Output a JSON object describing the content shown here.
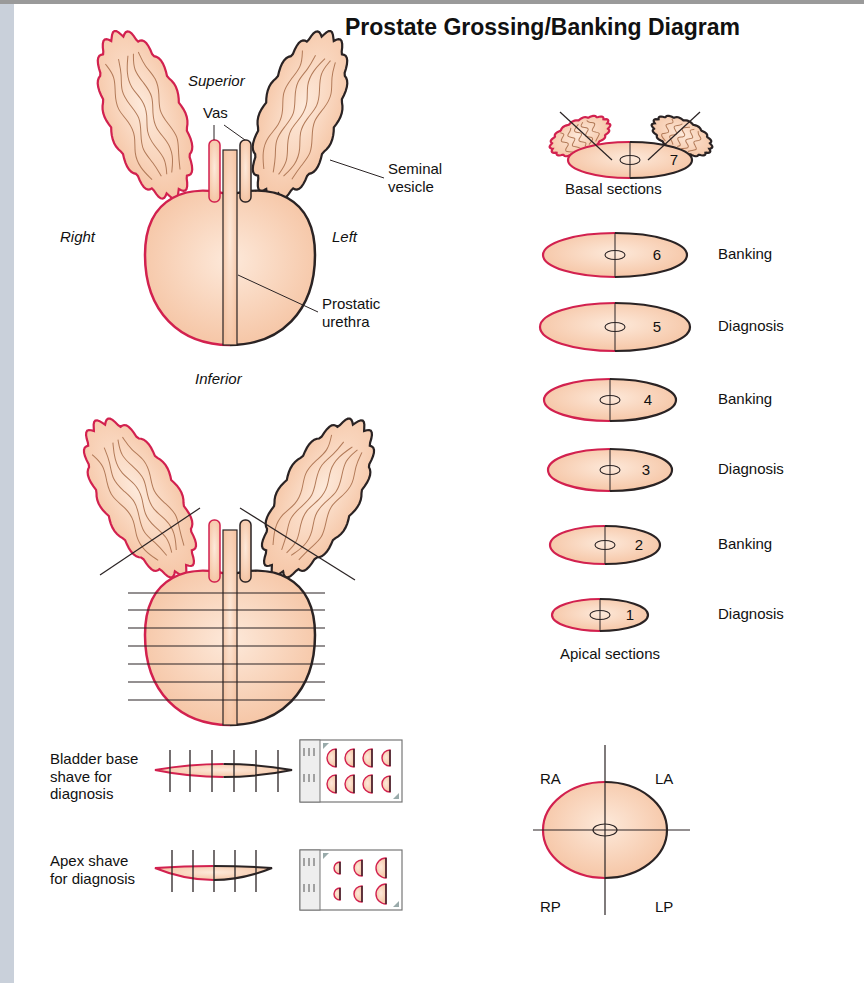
{
  "diagram": {
    "title": "Prostate Grossing/Banking Diagram",
    "nodes": [
      {
        "text": [
          "7"
        ]
      },
      {
        "text": [
          "6"
        ]
      },
      {
        "text": [
          "5"
        ]
      },
      {
        "text": [
          "4"
        ]
      },
      {
        "text": [
          "3"
        ]
      },
      {
        "text": [
          "2"
        ]
      },
      {
        "text": [
          "1"
        ]
      }
    ],
    "labels": [
      "Superior",
      "Vas",
      "Seminal vesicle",
      "Right",
      "Left",
      "Prostatic urethra",
      "Inferior",
      "Basal sections",
      "Banking",
      "Diagnosis",
      "Banking",
      "Diagnosis",
      "Banking",
      "Diagnosis",
      "Apical sections",
      "Bladder base shave for diagnosis",
      "Apex shave for diagnosis",
      "RA",
      "LA",
      "RP",
      "LP"
    ]
  }
}
